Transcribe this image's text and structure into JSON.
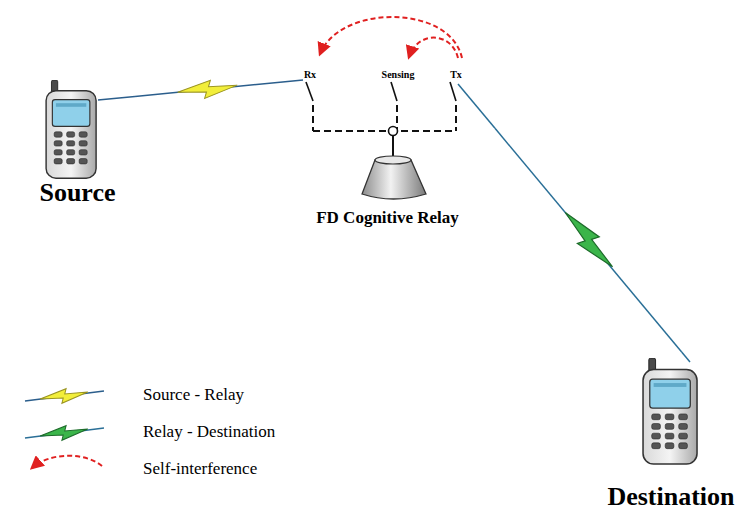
{
  "diagram": {
    "nodes": [
      {
        "text": [
          "Source"
        ]
      },
      {
        "text": [
          "FD Cognitive Relay"
        ]
      },
      {
        "text": [
          "Destination"
        ]
      }
    ],
    "edges": [
      {
        "from": 0,
        "to": 1,
        "arrow": "none"
      },
      {
        "from": 1,
        "to": 2,
        "arrow": "none"
      }
    ],
    "labels": [
      "Rx",
      "Sensing",
      "Tx"
    ],
    "legend": [
      {
        "text": "Source - Relay"
      },
      {
        "text": "Relay - Destination"
      },
      {
        "text": "Self-interference"
      }
    ]
  }
}
